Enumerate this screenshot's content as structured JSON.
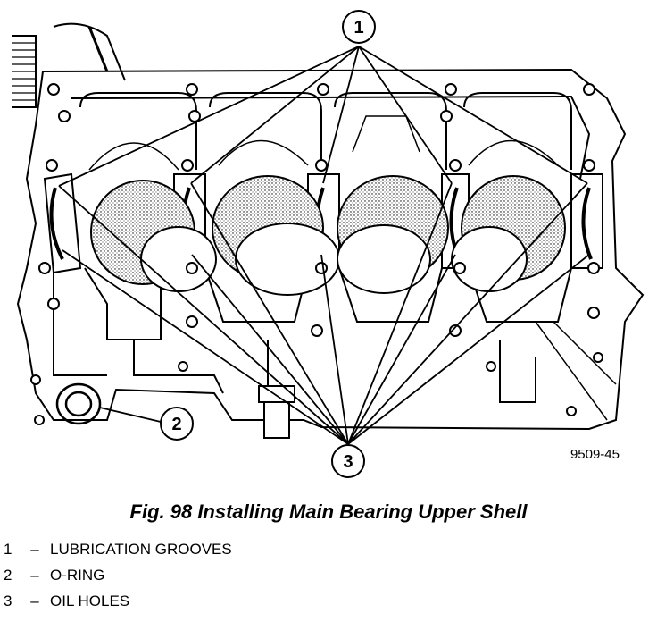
{
  "figure": {
    "figure_id": "9509-45",
    "callouts": [
      {
        "number": "1"
      },
      {
        "number": "2"
      },
      {
        "number": "3"
      }
    ]
  },
  "caption": "Fig. 98 Installing Main Bearing Upper Shell",
  "legend": [
    {
      "number": "1",
      "dash": "–",
      "text": "LUBRICATION GROOVES"
    },
    {
      "number": "2",
      "dash": "–",
      "text": "O-RING"
    },
    {
      "number": "3",
      "dash": "–",
      "text": "OIL HOLES"
    }
  ]
}
